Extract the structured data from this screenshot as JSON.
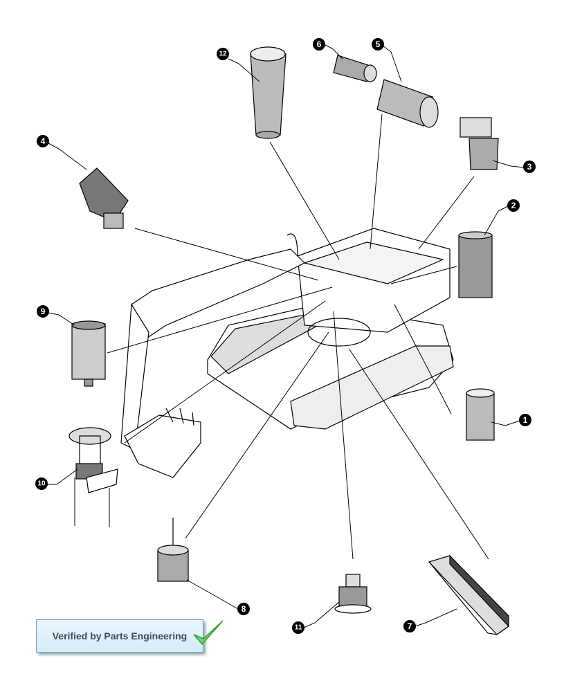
{
  "diagram": {
    "callouts": [
      "1",
      "2",
      "3",
      "4",
      "5",
      "6",
      "7",
      "8",
      "9",
      "10",
      "11",
      "12"
    ]
  },
  "badge": {
    "text": "Verified by Parts Engineering",
    "icon": "checkmark-icon",
    "color": "#5cc85c"
  }
}
